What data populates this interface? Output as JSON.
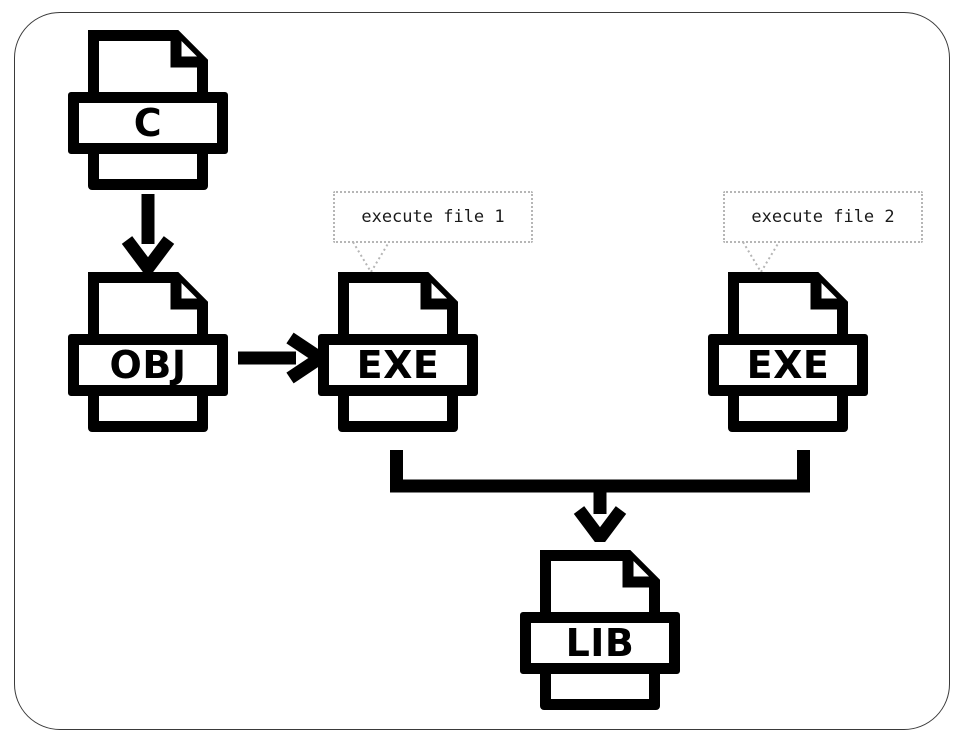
{
  "diagram": {
    "title": "C to OBJ to EXE to LIB build flow",
    "background_color": "#ffffff",
    "frame_color": "#3a3a3a",
    "stroke_color": "#000000",
    "callout_border_color": "#b6b6b6",
    "nodes": [
      {
        "id": "c",
        "label": "C",
        "name": "file-icon-c"
      },
      {
        "id": "obj",
        "label": "OBJ",
        "name": "file-icon-obj"
      },
      {
        "id": "exe1",
        "label": "EXE",
        "name": "file-icon-exe-1"
      },
      {
        "id": "exe2",
        "label": "EXE",
        "name": "file-icon-exe-2"
      },
      {
        "id": "lib",
        "label": "LIB",
        "name": "file-icon-lib"
      }
    ],
    "callouts": [
      {
        "id": "callout1",
        "text": "execute file 1"
      },
      {
        "id": "callout2",
        "text": "execute file 2"
      }
    ],
    "connectors": [
      {
        "id": "c-to-obj",
        "type": "arrow-down",
        "from": "c",
        "to": "obj"
      },
      {
        "id": "obj-to-exe1",
        "type": "arrow-right",
        "from": "obj",
        "to": "exe1"
      },
      {
        "id": "exes-to-lib",
        "type": "merge-down",
        "from": "exe1,exe2",
        "to": "lib"
      }
    ]
  }
}
